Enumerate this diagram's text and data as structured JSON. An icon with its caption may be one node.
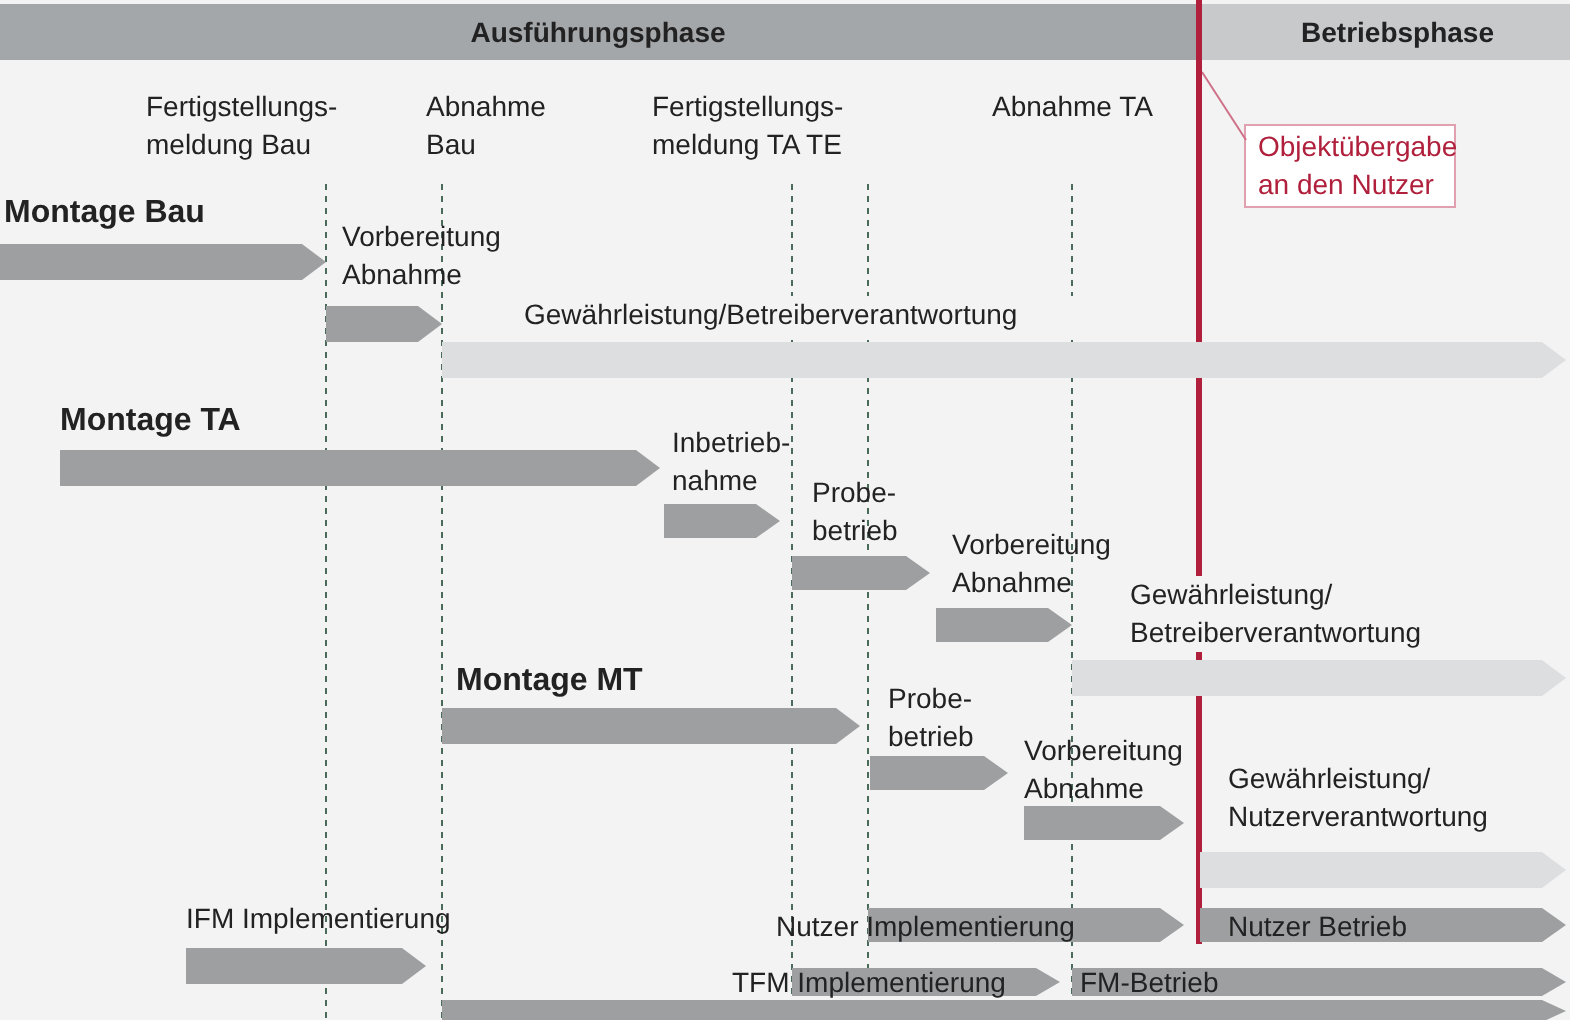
{
  "diagram": {
    "nodes": [
      {
        "text": [
          "Ausführungsphase"
        ]
      },
      {
        "text": [
          "Betriebsphase"
        ]
      },
      {
        "text": [
          "Objektübergabe an den Nutzer"
        ]
      },
      {
        "text": [
          "Montage Bau"
        ]
      },
      {
        "text": [
          "Vorbereitung Abnahme"
        ]
      },
      {
        "text": [
          "Gewährleistung/Betreiberverantwortung"
        ]
      },
      {
        "text": [
          "Montage TA"
        ]
      },
      {
        "text": [
          "Inbetrieb- nahme"
        ]
      },
      {
        "text": [
          "Probe- betrieb"
        ]
      },
      {
        "text": [
          "Vorbereitung Abnahme"
        ]
      },
      {
        "text": [
          "Gewährleistung/ Betreiberverantwortung"
        ]
      },
      {
        "text": [
          "Montage MT"
        ]
      },
      {
        "text": [
          "Probe- betrieb"
        ]
      },
      {
        "text": [
          "Vorbereitung Abnahme"
        ]
      },
      {
        "text": [
          "Gewährleistung/ Nutzerverantwortung"
        ]
      },
      {
        "text": [
          "IFM Implementierung"
        ]
      },
      {
        "text": [
          "Nutzer Implementierung"
        ]
      },
      {
        "text": [
          "Nutzer Betrieb"
        ]
      },
      {
        "text": [
          "TFM Implementierung"
        ]
      },
      {
        "text": [
          "FM-Betrieb"
        ]
      },
      {
        "text": [],
        "shape": "bar"
      },
      {
        "text": [],
        "shape": "line"
      }
    ],
    "edges": [
      {
        "from": 2,
        "to": 21,
        "arrow": "none"
      }
    ],
    "labels": [
      "Fertigstellungs- meldung Bau",
      "Abnahme Bau",
      "Fertigstellungs- meldung TA TE",
      "Abnahme TA"
    ]
  }
}
